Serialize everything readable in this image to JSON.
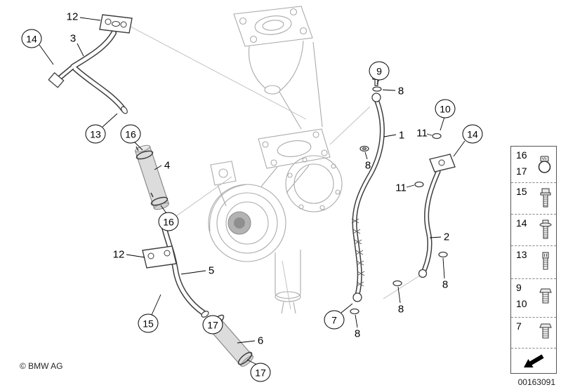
{
  "meta": {
    "copyright": "© BMW AG",
    "drawing_number": "00163091"
  },
  "colors": {
    "leader_line": "#000000",
    "ghost_part": "#a9a9a9",
    "pipe_line": "#3d3d3d",
    "hose_fill": "#dcdcdc"
  },
  "callouts": [
    {
      "label": "12",
      "style": "plain"
    },
    {
      "label": "14",
      "style": "circled"
    },
    {
      "label": "3",
      "style": "plain"
    },
    {
      "label": "13",
      "style": "circled"
    },
    {
      "label": "16",
      "style": "circled"
    },
    {
      "label": "4",
      "style": "plain"
    },
    {
      "label": "16",
      "style": "circled"
    },
    {
      "label": "12",
      "style": "plain"
    },
    {
      "label": "5",
      "style": "plain"
    },
    {
      "label": "15",
      "style": "circled"
    },
    {
      "label": "17",
      "style": "circled"
    },
    {
      "label": "6",
      "style": "plain"
    },
    {
      "label": "17",
      "style": "circled"
    },
    {
      "label": "9",
      "style": "circled"
    },
    {
      "label": "8",
      "style": "plain"
    },
    {
      "label": "1",
      "style": "plain"
    },
    {
      "label": "8",
      "style": "plain"
    },
    {
      "label": "10",
      "style": "circled"
    },
    {
      "label": "11",
      "style": "plain"
    },
    {
      "label": "14",
      "style": "circled"
    },
    {
      "label": "11",
      "style": "plain"
    },
    {
      "label": "2",
      "style": "plain"
    },
    {
      "label": "8",
      "style": "plain"
    },
    {
      "label": "8",
      "style": "plain"
    },
    {
      "label": "7",
      "style": "circled"
    },
    {
      "label": "8",
      "style": "plain"
    }
  ],
  "sidebar": {
    "items": [
      {
        "label": "16",
        "icon": "hose-clamp-icon"
      },
      {
        "label": "17",
        "icon": "hose-clamp-icon"
      },
      {
        "label": "15",
        "icon": "hex-bolt-icon"
      },
      {
        "label": "14",
        "icon": "flange-bolt-icon"
      },
      {
        "label": "13",
        "icon": "socket-head-screw-icon"
      },
      {
        "label": "9",
        "icon": "banjo-bolt-icon"
      },
      {
        "label": "10",
        "icon": "banjo-bolt-icon"
      },
      {
        "label": "7",
        "icon": "banjo-bolt-icon"
      }
    ]
  }
}
